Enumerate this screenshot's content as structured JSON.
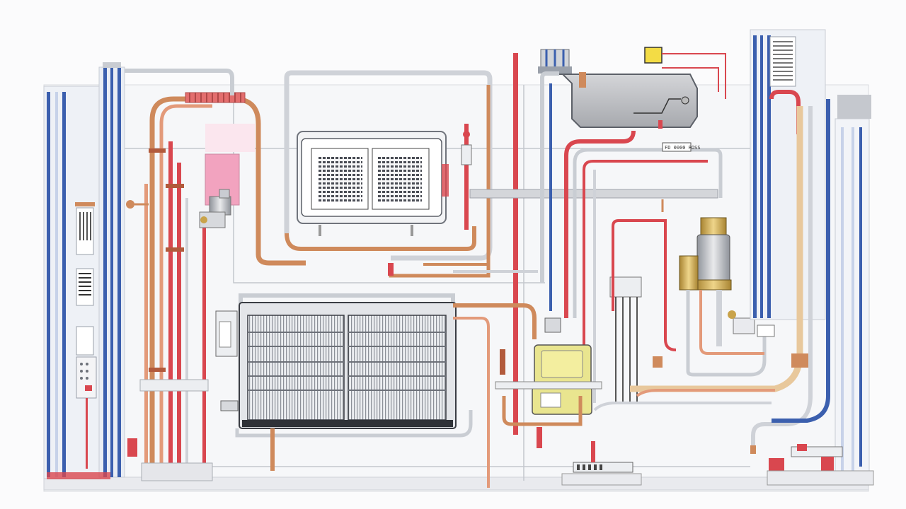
{
  "diagram": {
    "colors": {
      "background": "#fbfbfc",
      "panel": "#f3f4f6",
      "hot_pipe": "#d9474f",
      "copper_pipe": "#cf8a5c",
      "cold_pipe": "#3b5fae",
      "grey_pipe": "#c9cdd3",
      "duct": "#b9bcc2",
      "valve_brass": "#c9a34a",
      "pump_yellow": "#e9e58f",
      "pink_panel": "#f2a3bf",
      "control_yellow": "#f3dc45"
    },
    "components": [
      {
        "name": "left-riser-stack",
        "icon": "vertical-pipe-bundle-icon"
      },
      {
        "name": "wall-control-panel",
        "icon": "control-panel-icon"
      },
      {
        "name": "copper-coil-manifold",
        "icon": "coil-icon"
      },
      {
        "name": "indoor-air-handler",
        "icon": "air-handler-icon"
      },
      {
        "name": "condenser-unit",
        "icon": "radiator-icon"
      },
      {
        "name": "expansion-tank",
        "icon": "tank-icon"
      },
      {
        "name": "circulation-pump",
        "icon": "pump-icon"
      },
      {
        "name": "brass-valve-assembly",
        "icon": "valve-icon"
      },
      {
        "name": "right-riser-stack",
        "icon": "vertical-pipe-bundle-icon"
      },
      {
        "name": "thermostat-box",
        "icon": "thermostat-icon"
      }
    ],
    "tag_label": "FD 0000 ROSS"
  }
}
